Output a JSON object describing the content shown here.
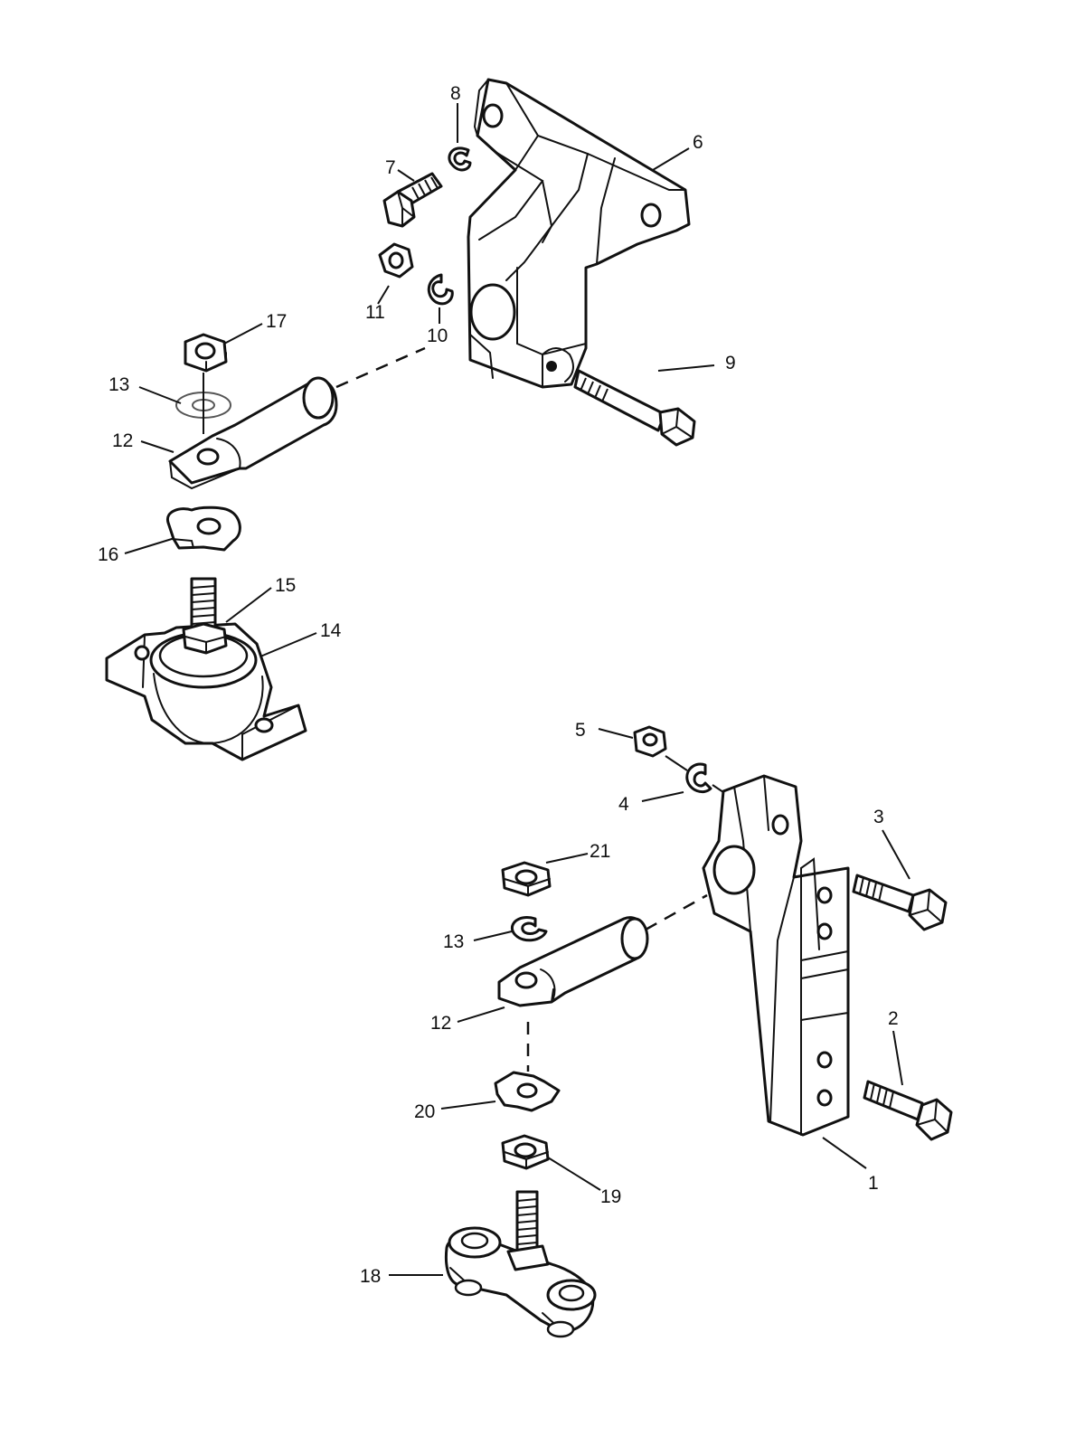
{
  "diagram": {
    "callouts": {
      "c1": "1",
      "c2": "2",
      "c3": "3",
      "c4": "4",
      "c5": "5",
      "c6": "6",
      "c7": "7",
      "c8": "8",
      "c9": "9",
      "c10": "10",
      "c11": "11",
      "c12a": "12",
      "c12b": "12",
      "c13a": "13",
      "c13b": "13",
      "c14": "14",
      "c15": "15",
      "c16": "16",
      "c17": "17",
      "c18": "18",
      "c19": "19",
      "c20": "20",
      "c21": "21"
    },
    "parts": [
      {
        "id": "1",
        "name": "mount-bracket-arm"
      },
      {
        "id": "2",
        "name": "bolt"
      },
      {
        "id": "3",
        "name": "bolt"
      },
      {
        "id": "4",
        "name": "lockwasher"
      },
      {
        "id": "5",
        "name": "nut"
      },
      {
        "id": "6",
        "name": "mount-bracket"
      },
      {
        "id": "7",
        "name": "bolt"
      },
      {
        "id": "8",
        "name": "lockwasher"
      },
      {
        "id": "9",
        "name": "bolt"
      },
      {
        "id": "10",
        "name": "lockwasher"
      },
      {
        "id": "11",
        "name": "nut"
      },
      {
        "id": "12",
        "name": "trunnion"
      },
      {
        "id": "13",
        "name": "washer"
      },
      {
        "id": "14",
        "name": "rubber-mount"
      },
      {
        "id": "15",
        "name": "nut"
      },
      {
        "id": "16",
        "name": "tab-washer"
      },
      {
        "id": "17",
        "name": "nut"
      },
      {
        "id": "18",
        "name": "rubber-mount"
      },
      {
        "id": "19",
        "name": "nut"
      },
      {
        "id": "20",
        "name": "tab-washer"
      },
      {
        "id": "21",
        "name": "nut"
      }
    ]
  }
}
